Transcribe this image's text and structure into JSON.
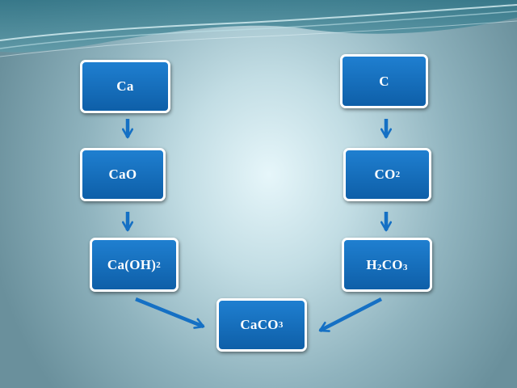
{
  "diagram": {
    "nodes": [
      {
        "id": "ca",
        "label": "Ca",
        "sub": ""
      },
      {
        "id": "c",
        "label": "C",
        "sub": ""
      },
      {
        "id": "cao",
        "label": "CaO",
        "sub": ""
      },
      {
        "id": "co2",
        "label": "CO",
        "sub": "2"
      },
      {
        "id": "caoh2",
        "label": "Ca(OH)",
        "sub": "2"
      },
      {
        "id": "h2co3",
        "label": "H2CO3"
      },
      {
        "id": "caco3",
        "label": "CaCO",
        "sub": "3"
      }
    ],
    "edges": [
      {
        "from": "ca",
        "to": "cao"
      },
      {
        "from": "cao",
        "to": "caoh2"
      },
      {
        "from": "caoh2",
        "to": "caco3"
      },
      {
        "from": "c",
        "to": "co2"
      },
      {
        "from": "co2",
        "to": "h2co3"
      },
      {
        "from": "h2co3",
        "to": "caco3"
      }
    ],
    "colors": {
      "box": "#1670c0",
      "box_border": "#ffffff",
      "text": "#ffffff",
      "arrow": "#1570c4"
    }
  }
}
